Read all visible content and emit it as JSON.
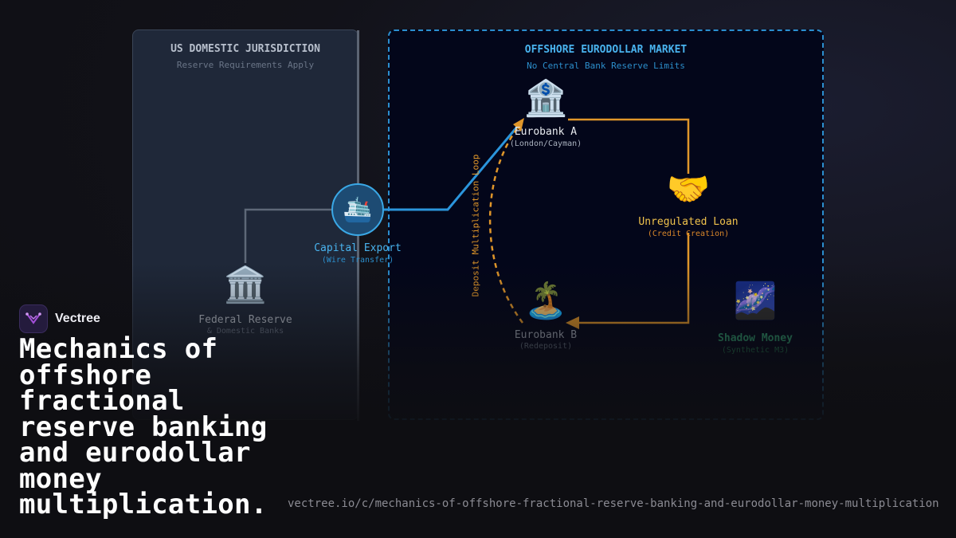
{
  "us_panel": {
    "title": "US DOMESTIC JURISDICTION",
    "subtitle": "Reserve Requirements Apply"
  },
  "offshore_panel": {
    "title": "OFFSHORE EURODOLLAR MARKET",
    "subtitle": "No Central Bank Reserve Limits"
  },
  "nodes": {
    "federal_reserve": {
      "icon": "bank-building-icon",
      "label": "Federal Reserve",
      "sublabel": "& Domestic Banks"
    },
    "capital_export": {
      "icon": "ship-icon",
      "label": "Capital Export",
      "sublabel": "(Wire Transfer)"
    },
    "eurobank_a": {
      "icon": "bank-icon",
      "label": "Eurobank A",
      "sublabel": "(London/Cayman)"
    },
    "unregulated_loan": {
      "icon": "handshake-icon",
      "label": "Unregulated Loan",
      "sublabel": "(Credit Creation)"
    },
    "eurobank_b": {
      "icon": "island-icon",
      "label": "Eurobank B",
      "sublabel": "(Redeposit)"
    },
    "shadow_money": {
      "icon": "galaxy-icon",
      "label": "Shadow Money",
      "sublabel": "(Synthetic M3)"
    }
  },
  "loop_label": "Deposit Multiplication Loop",
  "colors": {
    "blue_flow": "#2b95dc",
    "orange_flow": "#e0962a",
    "gray_flow": "#5e6878",
    "shadow_green": "#2f9a6e"
  },
  "brand": {
    "name": "Vectree",
    "logo_icon": "vectree-logo-icon"
  },
  "headline": "Mechanics of offshore fractional reserve banking and eurodollar money multiplication.",
  "url": "vectree.io/c/mechanics-of-offshore-fractional-reserve-banking-and-eurodollar-money-multiplication"
}
